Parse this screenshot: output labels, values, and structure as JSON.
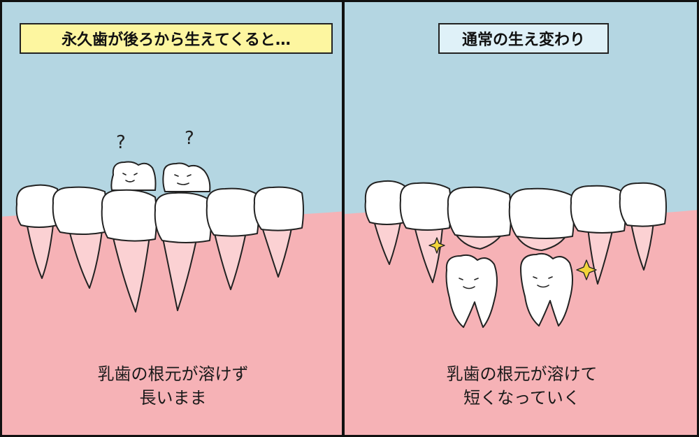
{
  "left_panel": {
    "title": "永久歯が後ろから生えてくると…",
    "caption_line1": "乳歯の根元が溶けず",
    "caption_line2": "長いまま",
    "question_mark": "?"
  },
  "right_panel": {
    "title": "通常の生え変わり",
    "caption_line1": "乳歯の根元が溶けて",
    "caption_line2": "短くなっていく"
  },
  "colors": {
    "sky": "#b4d6e2",
    "gum": "#f6b2b6",
    "root": "#fbd1d3",
    "tooth": "#ffffff",
    "left_title_bg": "#fdf6a0",
    "right_title_bg": "#dff1f8",
    "sparkle": "#f2d43a"
  }
}
